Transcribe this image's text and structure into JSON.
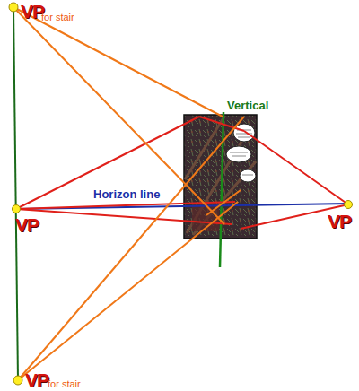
{
  "diagram": {
    "labels": [
      "VP",
      "for stair",
      "Vertical",
      "Horizon line",
      "VP",
      "VP",
      "VP",
      "for stair"
    ]
  }
}
